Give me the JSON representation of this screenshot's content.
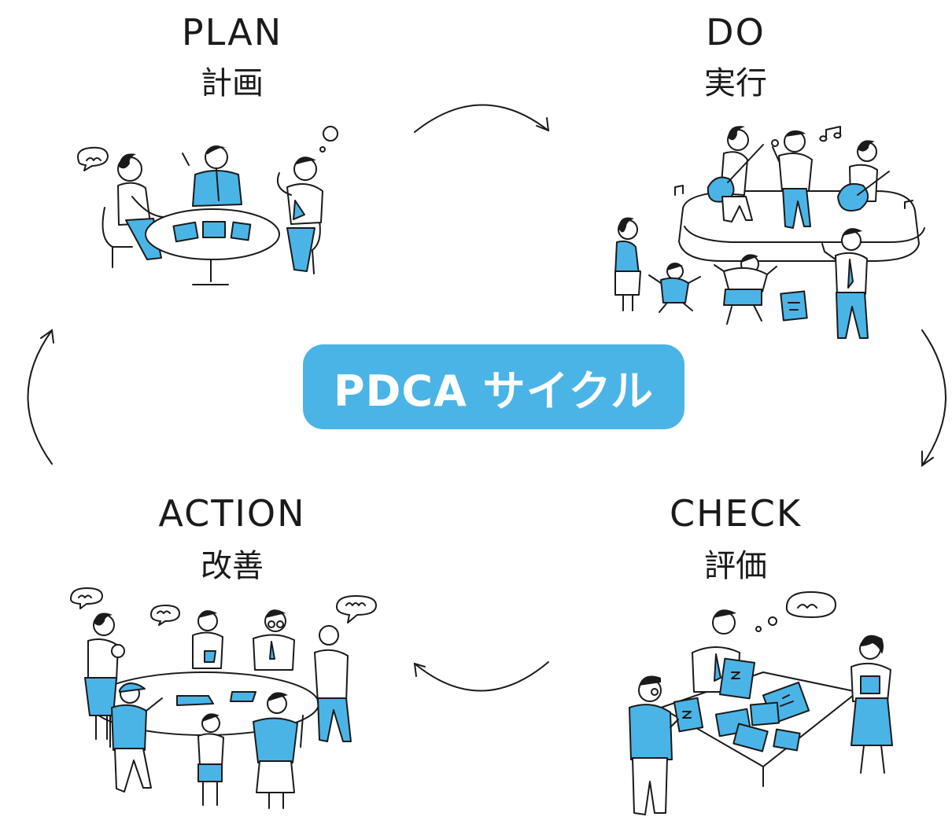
{
  "center": {
    "label": "PDCA サイクル",
    "color": "#4bb4e6"
  },
  "steps": {
    "plan": {
      "title": "PLAN",
      "subtitle": "計画"
    },
    "do": {
      "title": "DO",
      "subtitle": "実行"
    },
    "check": {
      "title": "CHECK",
      "subtitle": "評価"
    },
    "action": {
      "title": "ACTION",
      "subtitle": "改善"
    }
  },
  "accent_color": "#4bb4e6",
  "ink_color": "#1a1a1a"
}
